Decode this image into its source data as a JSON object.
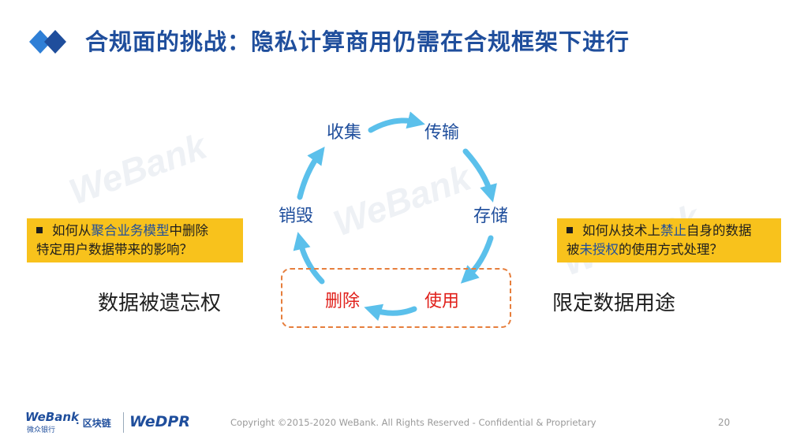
{
  "title": "合规面的挑战：隐私计算商用仍需在合规框架下进行",
  "cycle": {
    "collect": "收集",
    "transmit": "传输",
    "store": "存储",
    "use": "使用",
    "delete": "删除",
    "destroy": "销毁"
  },
  "left_callout": {
    "pre": "如何从",
    "highlight": "聚合业务模型",
    "post": "中删除",
    "line2": "特定用户数据带来的影响？"
  },
  "right_callout": {
    "pre": "如何从技术上",
    "highlight": "禁止",
    "post": "自身的数据",
    "line2_pre": "被",
    "line2_highlight": "未授权",
    "line2_post": "的使用方式处理？"
  },
  "left_label": "数据被遗忘权",
  "right_label": "限定数据用途",
  "footer": {
    "logo_main": "WeBank",
    "logo_sub": "微众银行",
    "logo_blockchain": "· 区块链",
    "logo_product": "WeDPR",
    "copyright": "Copyright ©2015-2020 WeBank. All Rights Reserved - Confidential & Proprietary",
    "page_number": "20"
  },
  "colors": {
    "title": "#1f4e9c",
    "arrow": "#5bc0eb",
    "highlight_red": "#e0201b",
    "callout_bg": "#f8c21c",
    "dashed_border": "#e67e3c"
  }
}
